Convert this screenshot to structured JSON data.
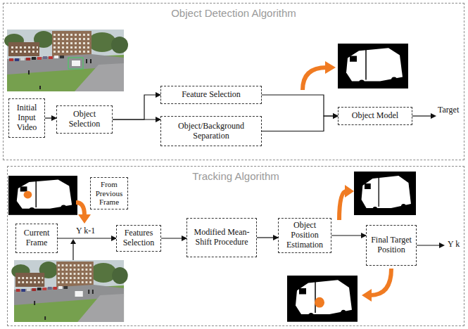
{
  "diagram": {
    "nodes": [
      {
        "text": [
          "Object Detection Algorithm"
        ]
      },
      {
        "text": [
          "Initial Input Video"
        ],
        "in": 0
      },
      {
        "text": [
          "Object Selection"
        ],
        "in": 0
      },
      {
        "text": [
          "Feature Selection"
        ],
        "in": 0
      },
      {
        "text": [
          "Object/Background Separation"
        ],
        "in": 0
      },
      {
        "text": [
          "Object Model"
        ],
        "in": 0
      },
      {
        "text": [
          "Tracking Algorithm"
        ]
      },
      {
        "text": [
          "From Previous Frame"
        ],
        "in": 6
      },
      {
        "text": [
          "Current Frame"
        ],
        "in": 6
      },
      {
        "text": [
          "Features Selection"
        ],
        "in": 6
      },
      {
        "text": [
          "Modified Mean-Shift Procedure"
        ],
        "in": 6
      },
      {
        "text": [
          "Object Position Estimation"
        ],
        "in": 6
      },
      {
        "text": [
          "Final Target Position"
        ],
        "in": 6
      }
    ],
    "edges": [
      {
        "from": 1,
        "to": 2,
        "arrow": "to"
      },
      {
        "from": 2,
        "to": 3,
        "arrow": "to"
      },
      {
        "from": 2,
        "to": 4,
        "arrow": "to"
      },
      {
        "from": 3,
        "to": 5,
        "arrow": "to"
      },
      {
        "from": 4,
        "to": 5,
        "arrow": "to"
      },
      {
        "from": 8,
        "to": 9,
        "arrow": "to",
        "label": "Y k-1"
      },
      {
        "from": 9,
        "to": 10,
        "arrow": "to"
      },
      {
        "from": 10,
        "to": 11,
        "arrow": "to"
      },
      {
        "from": 11,
        "to": 12,
        "arrow": "to"
      }
    ],
    "labels": [
      "Target",
      "Y k"
    ]
  }
}
